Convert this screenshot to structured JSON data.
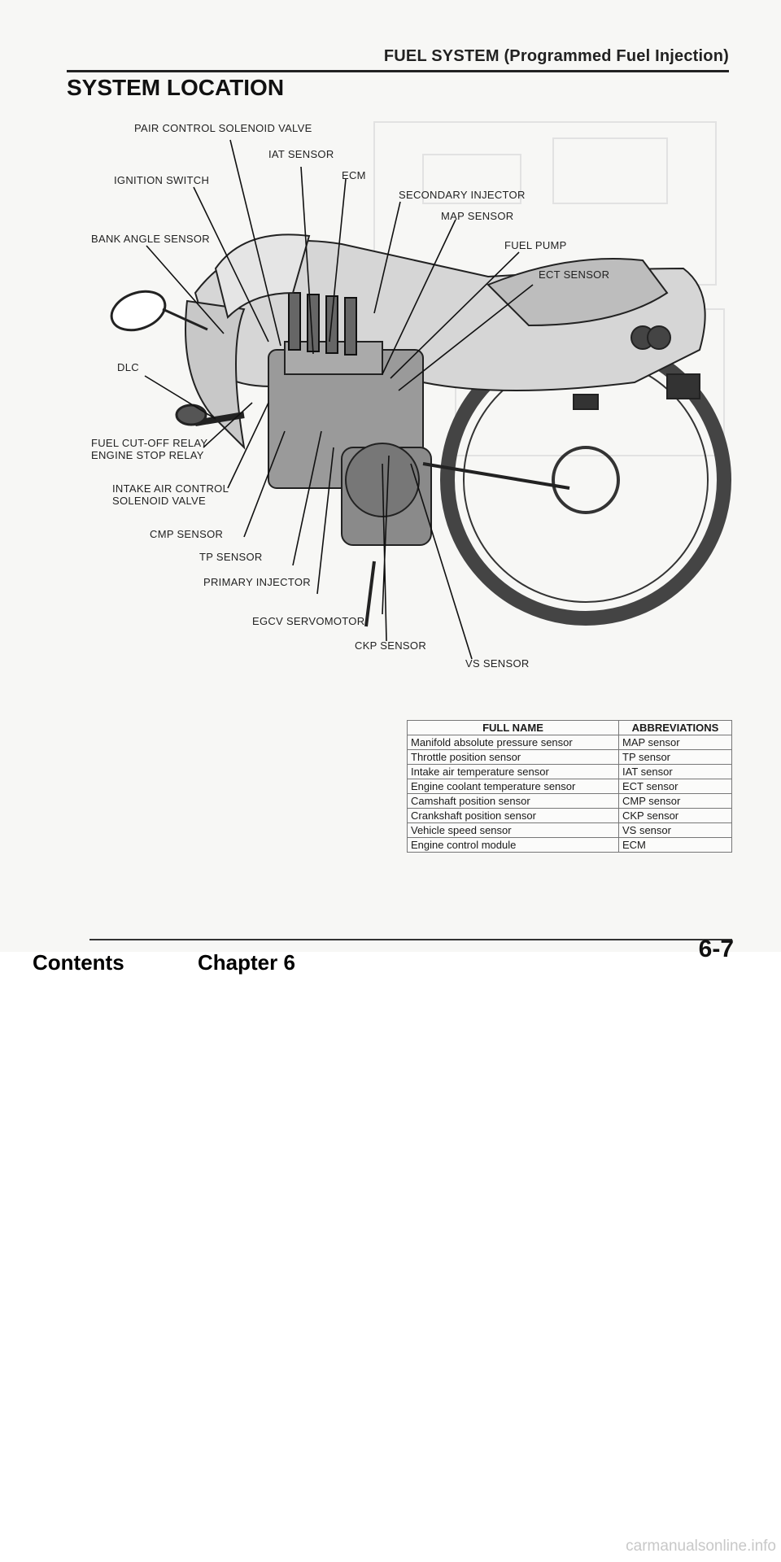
{
  "header": {
    "title": "FUEL SYSTEM (Programmed Fuel Injection)",
    "section_title": "SYSTEM LOCATION"
  },
  "diagram": {
    "callouts": {
      "pair_control_solenoid_valve": "PAIR CONTROL SOLENOID VALVE",
      "iat_sensor": "IAT SENSOR",
      "ignition_switch": "IGNITION SWITCH",
      "ecm": "ECM",
      "secondary_injector": "SECONDARY INJECTOR",
      "map_sensor": "MAP SENSOR",
      "bank_angle_sensor": "BANK ANGLE SENSOR",
      "fuel_pump": "FUEL PUMP",
      "ect_sensor": "ECT SENSOR",
      "dlc": "DLC",
      "fuel_cutoff_relay": "FUEL CUT-OFF RELAY",
      "engine_stop_relay": "ENGINE STOP RELAY",
      "intake_air_control_1": "INTAKE AIR CONTROL",
      "intake_air_control_2": "SOLENOID VALVE",
      "cmp_sensor": "CMP SENSOR",
      "tp_sensor": "TP SENSOR",
      "primary_injector": "PRIMARY INJECTOR",
      "egcv_servomotor": "EGCV SERVOMOTOR",
      "ckp_sensor": "CKP SENSOR",
      "vs_sensor": "VS SENSOR"
    }
  },
  "table": {
    "headers": [
      "FULL NAME",
      "ABBREVIATIONS"
    ],
    "rows": [
      [
        "Manifold absolute pressure sensor",
        "MAP sensor"
      ],
      [
        "Throttle position sensor",
        "TP sensor"
      ],
      [
        "Intake air temperature sensor",
        "IAT sensor"
      ],
      [
        "Engine coolant temperature sensor",
        "ECT sensor"
      ],
      [
        "Camshaft position sensor",
        "CMP sensor"
      ],
      [
        "Crankshaft position sensor",
        "CKP sensor"
      ],
      [
        "Vehicle speed sensor",
        "VS sensor"
      ],
      [
        "Engine control module",
        "ECM"
      ]
    ]
  },
  "footer": {
    "contents_link": "Contents",
    "chapter_link": "Chapter 6",
    "page_number": "6-7"
  },
  "watermark": "carmanualsonline.info"
}
